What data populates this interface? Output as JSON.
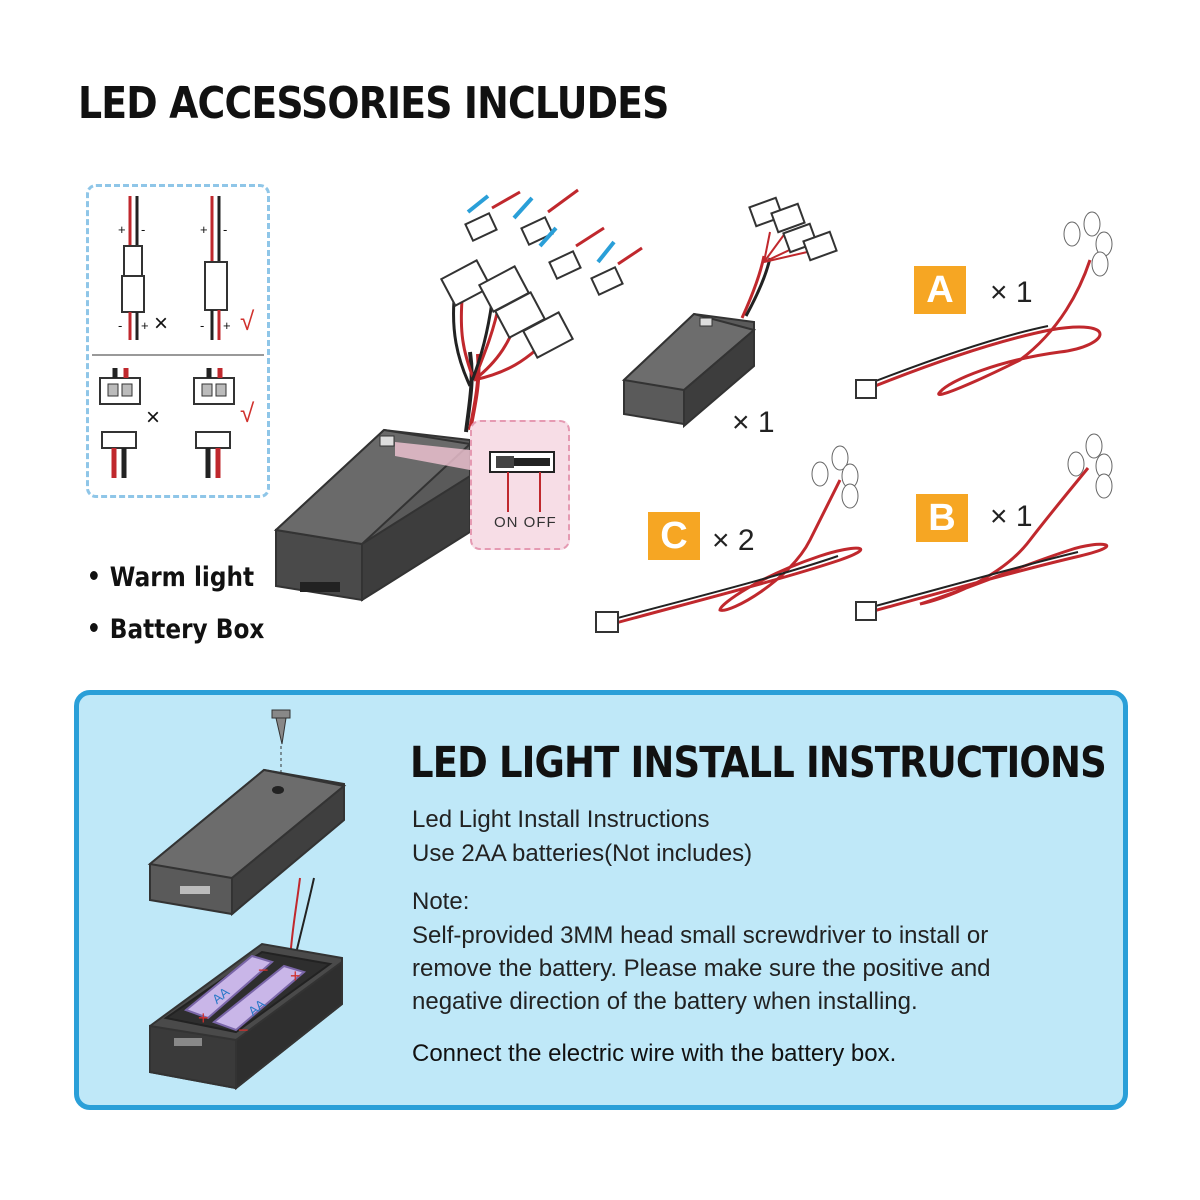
{
  "heading": "LED ACCESSORIES INCLUDES",
  "connectors": {
    "plus": "+",
    "minus": "-",
    "wrong_mark": "×",
    "right_mark": "√"
  },
  "bullets": [
    "Warm light",
    "Battery Box"
  ],
  "switch": {
    "on": "ON",
    "off": "OFF"
  },
  "battery_box_qty": "× 1",
  "kits": [
    {
      "badge": "A",
      "qty": "× 1"
    },
    {
      "badge": "C",
      "qty": "× 2"
    },
    {
      "badge": "B",
      "qty": "× 1"
    }
  ],
  "battery_labels": {
    "cell": "AA"
  },
  "install": {
    "title": "LED LIGHT INSTALL INSTRUCTIONS",
    "line1": "Led Light Install Instructions",
    "line2": "Use 2AA batteries(Not includes)",
    "note_label": "Note:",
    "note1": "Self-provided 3MM head small screwdriver to install or",
    "note2": "remove the battery. Please make sure the positive and",
    "note3": "negative direction of the battery when installing.",
    "connect": "Connect the electric wire with the battery box."
  },
  "colors": {
    "accent_blue": "#2a9fd8",
    "panel_bg": "#bfe8f8",
    "badge_orange": "#f6a623",
    "wire_red": "#c0282d"
  }
}
